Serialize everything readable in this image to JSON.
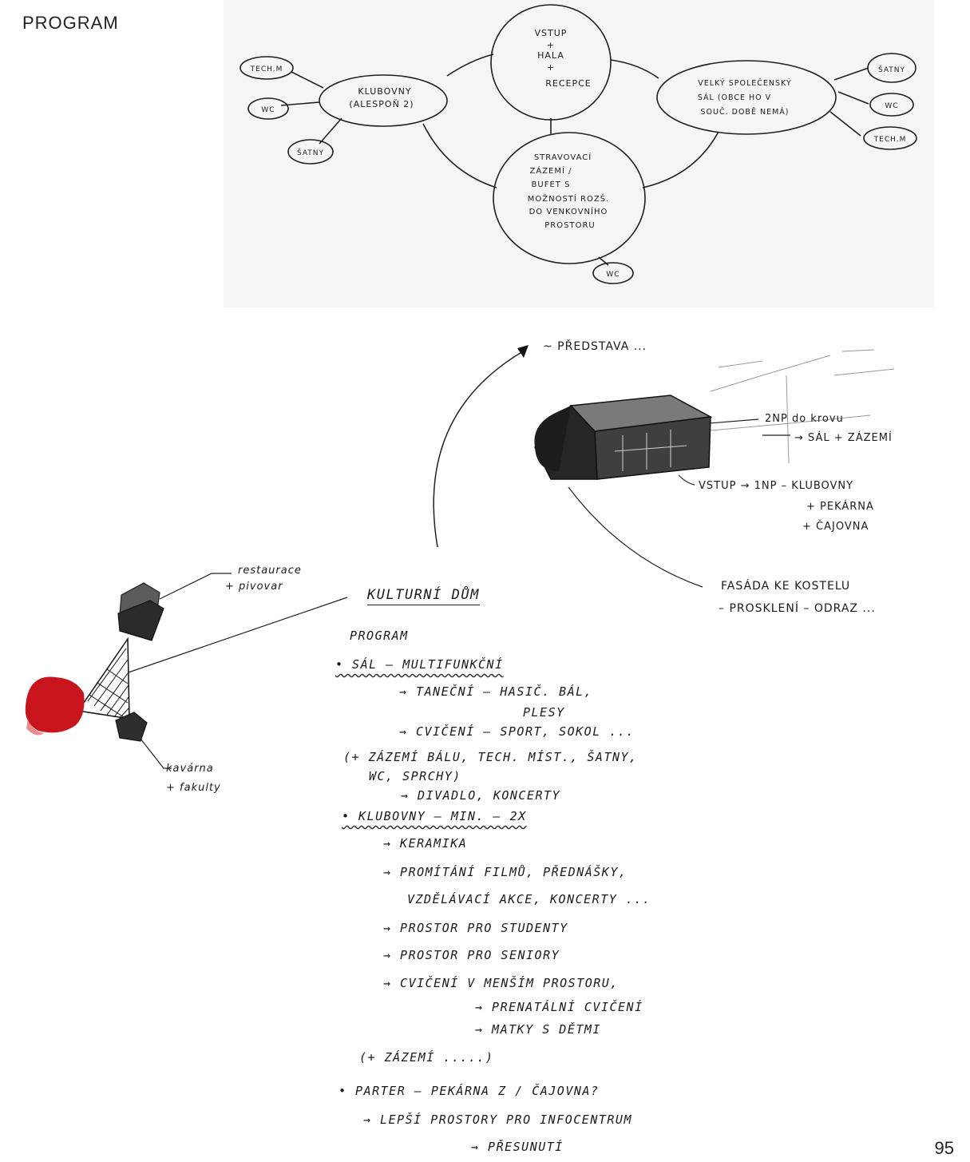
{
  "page": {
    "title": "PROGRAM",
    "number": "95"
  },
  "bubble_diagram": {
    "center": [
      "VSTUP",
      "+",
      "HALA",
      "+",
      "RECEPCE"
    ],
    "left": [
      "KLUBOVNY",
      "(ALESPOŇ 2)"
    ],
    "left_satellites": [
      "TECH.M",
      "WC",
      "ŠATNY"
    ],
    "right": [
      "VELKÝ SPOLEČENSKÝ",
      "SÁL (OBCE HO V",
      "SOUČ. DOBĚ NEMÁ)"
    ],
    "right_satellites": [
      "ŠATNY",
      "WC",
      "TECH.M"
    ],
    "bottom": [
      "STRAVOVACÍ",
      "ZÁZEMÍ /",
      "BUFET S",
      "MOŽNOSTÍ ROZŠ.",
      "DO VENKOVNÍHO",
      "PROSTORU"
    ],
    "bottom_satellite": "WC"
  },
  "building_sketch": {
    "caption": "~ PŘEDSTAVA ...",
    "note_upper": [
      "2NP do krovu",
      "→ SÁL + ZÁZEMÍ"
    ],
    "note_lower": [
      "VSTUP → 1NP – KLUBOVNY",
      "+ PEKÁRNA",
      "+ ČAJOVNA"
    ],
    "note_facade": [
      "FASÁDA KE KOSTELU",
      "– PROSKLENÍ – ODRAZ ..."
    ]
  },
  "site_sketch": {
    "label_top": [
      "restaurace",
      "+ pivovar"
    ],
    "label_bottom": [
      "kavárna",
      "+ fakulty"
    ]
  },
  "notes": {
    "heading": "KULTURNÍ DŮM",
    "subheading": "PROGRAM",
    "lines": [
      "• SÁL – MULTIFUNKČNÍ",
      "→ TANEČNÍ – HASIČ. BÁL,",
      "PLESY",
      "→ CVIČENÍ – SPORT, SOKOL ...",
      "(+ ZÁZEMÍ BÁLU, TECH. MÍST., ŠATNY,",
      "WC, SPRCHY)",
      "→ DIVADLO, KONCERTY",
      "• KLUBOVNY – MIN. – 2X",
      "→ KERAMIKA",
      "→ PROMÍTÁNÍ FILMŮ, PŘEDNÁŠKY,",
      "VZDĚLÁVACÍ AKCE, KONCERTY ...",
      "→ PROSTOR PRO STUDENTY",
      "→ PROSTOR PRO SENIORY",
      "→ CVIČENÍ V MENŠÍM PROSTORU,",
      "→ PRENATÁLNÍ CVIČENÍ",
      "→ MATKY S DĚTMI",
      "(+ ZÁZEMÍ .....)",
      "• PARTER – PEKÁRNA Z / ČAJOVNA?",
      "→ LEPŠÍ PROSTORY PRO INFOCENTRUM",
      "→ PŘESUNUTÍ"
    ]
  },
  "colors": {
    "ink": "#1a1a1a",
    "accent_red": "#c8141c",
    "paper_shade": "#f4f4f4"
  }
}
